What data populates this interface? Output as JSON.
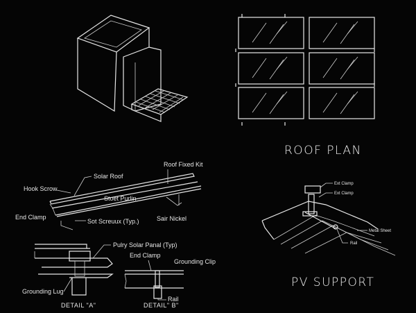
{
  "titles": {
    "roof_plan": "ROOF PLAN",
    "pv_support": "PV SUPPORT"
  },
  "purlin_labels": {
    "roof_fixed_kit": "Roof Fixed Kit",
    "solar_roof": "Solar Roof",
    "hook_screw": "Hook Scrow",
    "steel_purlin": "Stoet Purlin",
    "end_clamp": "End Clamp",
    "sot_screws": "Sot Screuux (Typ.)",
    "sair_nickel": "Sair Nickel"
  },
  "detail_a": {
    "panel": "Pulry Solar Panal (Typ)",
    "lug": "Grounding Lug",
    "caption": "DETAIL \"A\""
  },
  "detail_b": {
    "end_clamp": "End Clamp",
    "clip": "Grounding Clip",
    "rail": "Rail",
    "caption": "DETAIL\" B\""
  },
  "pv_labels": {
    "clamp1": "Ext Clamp",
    "clamp2": "Ext Clamp",
    "sheet": "Metal Sheet",
    "rail": "Rail"
  },
  "colors": {
    "background": "#050505",
    "line": "#e8e8e8"
  }
}
